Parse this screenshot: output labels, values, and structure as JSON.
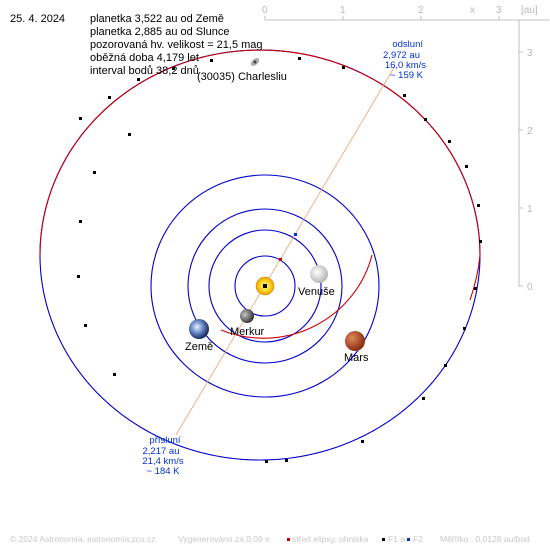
{
  "date": "25. 4. 2024",
  "info": {
    "line1": "planetka 3,522 au od Země",
    "line2": "planetka 2,885 au od Slunce",
    "line3": "pozorovaná hv. velikost = 21,5 mag",
    "line4": "oběžná doba 4,179 let",
    "line5": "interval bodů 38,2 dnů"
  },
  "asteroid_name": "(30035) Charlesliu",
  "aphelion": {
    "label": "odsluní",
    "distance": "2,972 au",
    "speed": "16,0 km/s",
    "temperature": "~ 159 K"
  },
  "perihelion": {
    "label": "přísluní",
    "distance": "2,217 au",
    "speed": "21,4 km/s",
    "temperature": "~ 184 K"
  },
  "planets": {
    "mercury": "Merkur",
    "venus": "Venuše",
    "earth": "Země",
    "mars": "Mars"
  },
  "scale": {
    "unit": "[au]",
    "close": "x",
    "top_ticks": [
      "0",
      "1",
      "2",
      "3"
    ],
    "right_ticks": [
      "3",
      "2",
      "1",
      "0"
    ]
  },
  "footer": {
    "copyright": "© 2024 Astronomia, astronomia.zcu.cz",
    "generated": "Vygenerováno za 0,09 s",
    "legend_center": "střed elipsy, ohniska",
    "legend_f1": "F1 a",
    "legend_f2": "F2",
    "scale": "Měřítko : 0,0128 au/bod"
  },
  "colors": {
    "asteroid_orbit": "#cc0000",
    "planet_orbit": "#0000cc",
    "apsis_line": "#f4a070",
    "apsis_text": "#0033cc",
    "axis": "#c0c0c0"
  }
}
